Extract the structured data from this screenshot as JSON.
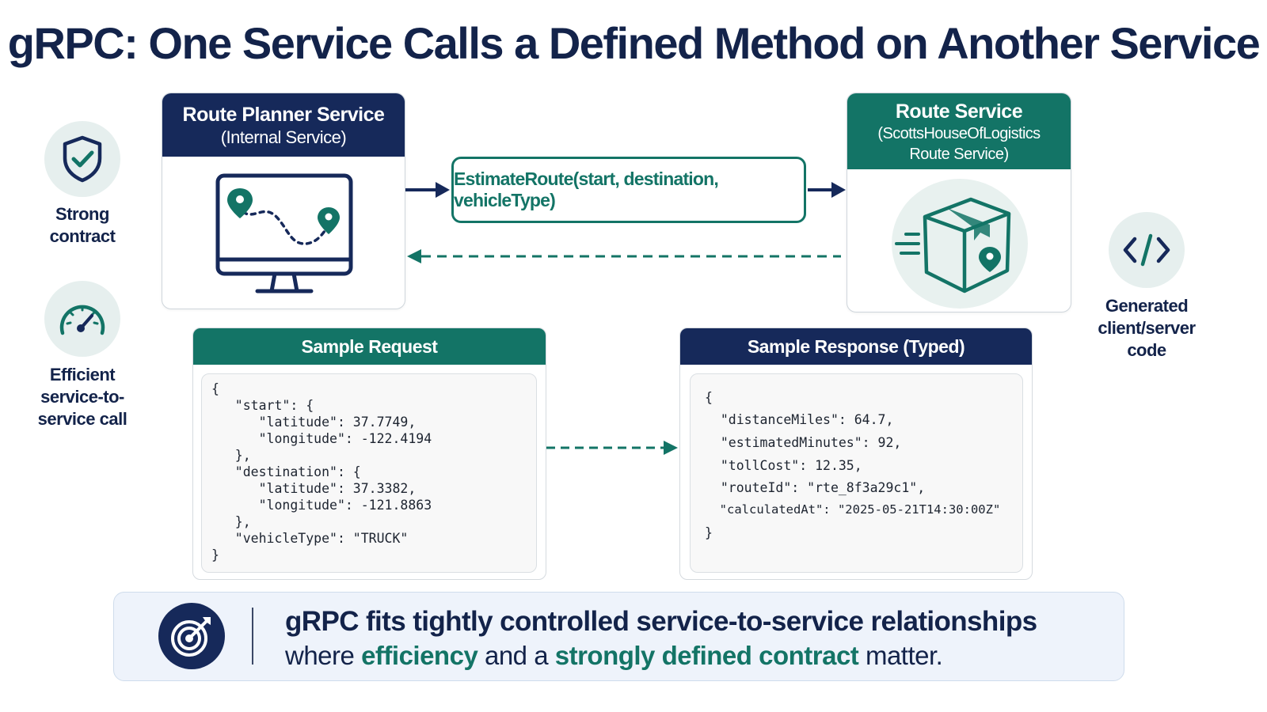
{
  "title": "gRPC: One Service Calls a Defined Method on Another Service",
  "features_left": [
    {
      "icon": "shield-check-icon",
      "label_lines": [
        "Strong",
        "contract"
      ]
    },
    {
      "icon": "speedometer-icon",
      "label_lines": [
        "Efficient",
        "service-to-",
        "service call"
      ]
    }
  ],
  "feature_right": {
    "icon": "code-brackets-icon",
    "label_lines": [
      "Generated",
      "client/server",
      "code"
    ]
  },
  "client_service": {
    "name": "Route Planner Service",
    "subtitle": "(Internal Service)",
    "icon": "monitor-route-map-icon"
  },
  "server_service": {
    "name": "Route Service",
    "subtitle_lines": [
      "(ScottsHouseOfLogistics",
      "Route Service)"
    ],
    "icon": "package-location-icon"
  },
  "method_call": "EstimateRoute(start, destination, vehicleType)",
  "sample_request": {
    "header": "Sample Request",
    "lines": [
      "{",
      "   \"start\": {",
      "      \"latitude\": 37.7749,",
      "      \"longitude\": -122.4194",
      "   },",
      "   \"destination\": {",
      "      \"latitude\": 37.3382,",
      "      \"longitude\": -121.8863",
      "   },",
      "   \"vehicleType\": \"TRUCK\"",
      "}"
    ]
  },
  "sample_response": {
    "header": "Sample Response (Typed)",
    "lines": [
      "{",
      "  \"distanceMiles\": 64.7,",
      "  \"estimatedMinutes\": 92,",
      "  \"tollCost\": 12.35,",
      "  \"routeId\": \"rte_8f3a29c1\",",
      "  \"calculatedAt\": \"2025-05-21T14:30:00Z\"",
      "}"
    ]
  },
  "banner": {
    "icon": "target-arrow-icon",
    "line1": "gRPC fits tightly controlled service-to-service relationships",
    "line2_parts": [
      "where ",
      "efficiency",
      " and a ",
      "strongly defined contract",
      " matter."
    ]
  },
  "colors": {
    "navy": "#16295a",
    "teal": "#137466",
    "light_teal": "#e6efee",
    "banner_bg": "#eef3fb"
  }
}
